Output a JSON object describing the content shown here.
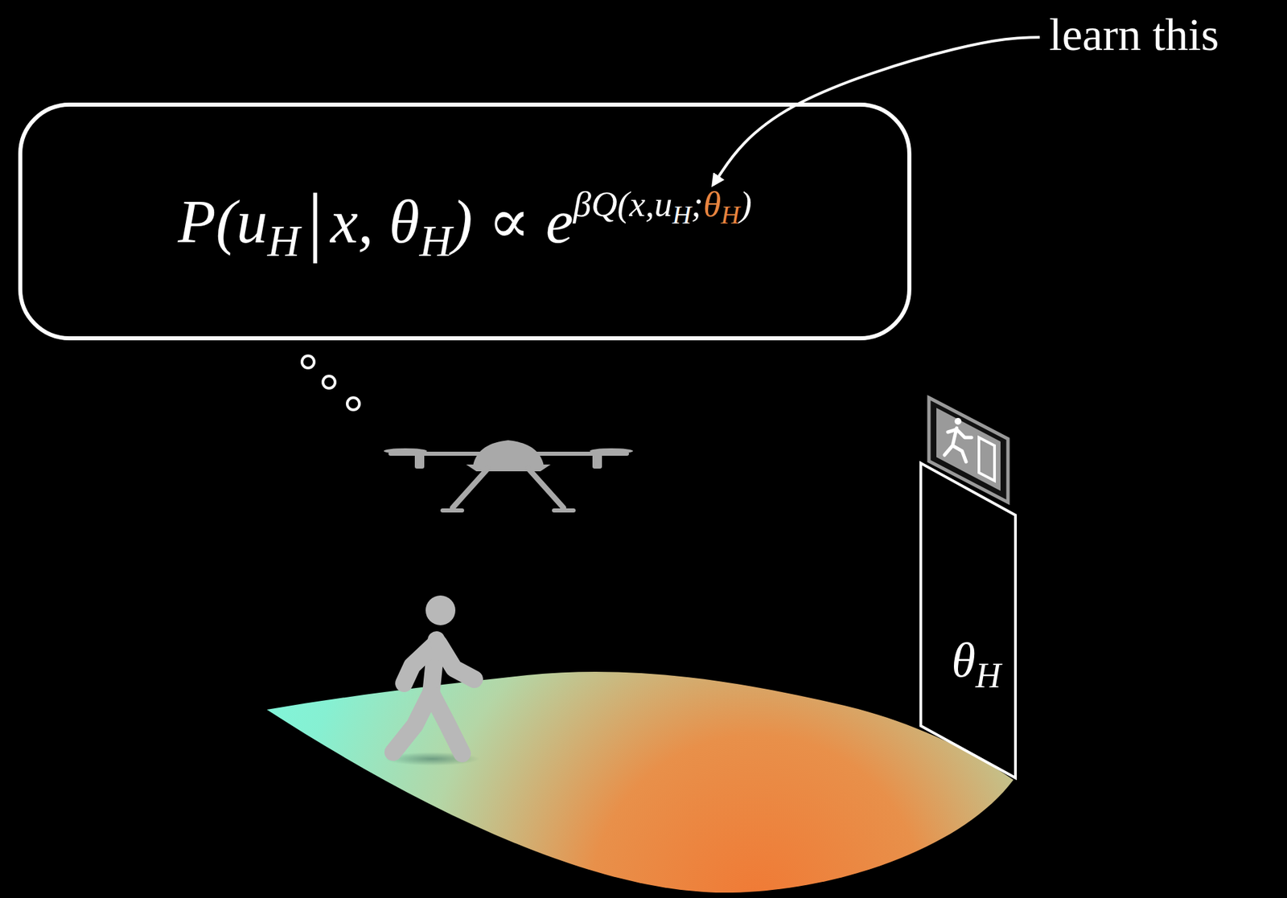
{
  "diagram": {
    "nodes": [
      {
        "text": [
          "P(uH|x, θH) ∝ eβQ(x,uH;θH)"
        ]
      },
      {
        "text": [
          "θH"
        ]
      }
    ],
    "labels": [
      "learn this"
    ]
  }
}
